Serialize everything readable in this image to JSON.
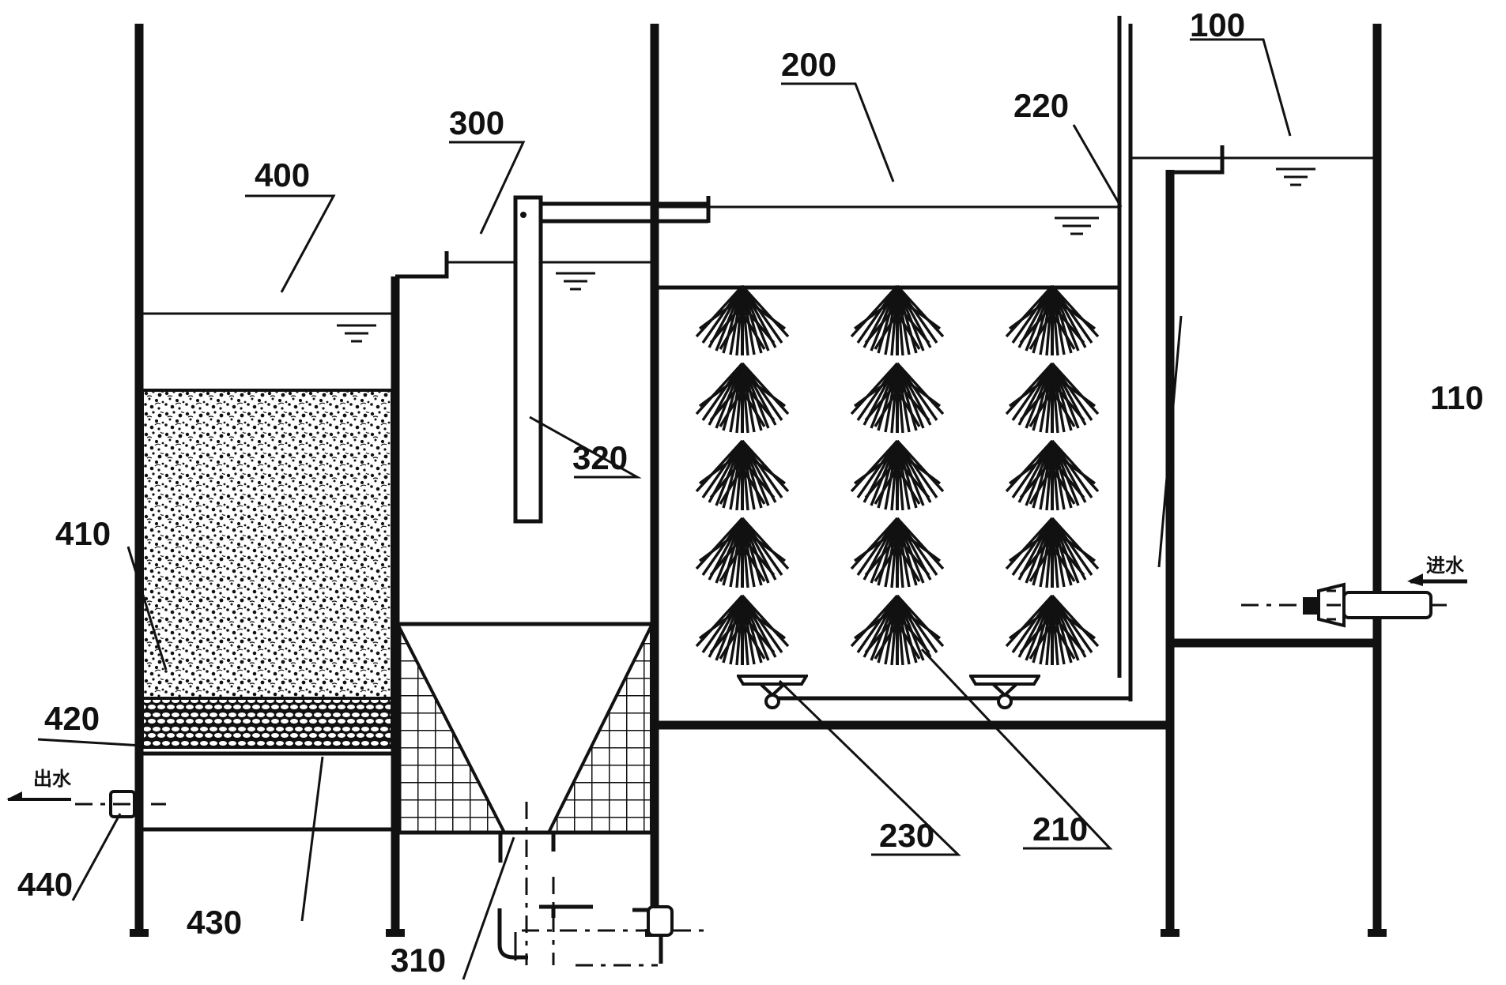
{
  "labels": {
    "l100": "100",
    "l110": "110",
    "l200": "200",
    "l210": "210",
    "l220": "220",
    "l230": "230",
    "l300": "300",
    "l310": "310",
    "l320": "320",
    "l400": "400",
    "l410": "410",
    "l420": "420",
    "l430": "430",
    "l440": "440",
    "inlet_mark": "进水",
    "outlet_mark": "出水"
  }
}
